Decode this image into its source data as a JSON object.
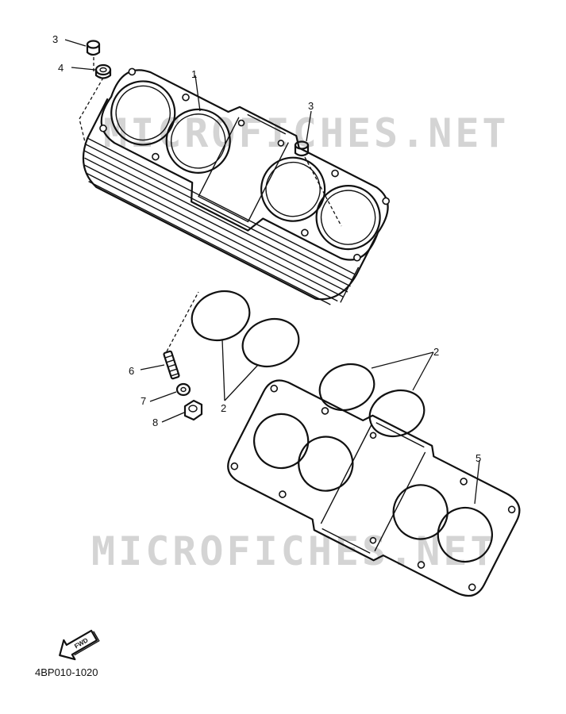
{
  "diagram": {
    "ref_code": "4BP010-1020",
    "watermark_text": "MICROFICHES.NET",
    "fwd_label": "FWD"
  },
  "callouts": [
    {
      "id": "callout-3-top",
      "label": "3"
    },
    {
      "id": "callout-4",
      "label": "4"
    },
    {
      "id": "callout-1",
      "label": "1"
    },
    {
      "id": "callout-3-right",
      "label": "3"
    },
    {
      "id": "callout-6",
      "label": "6"
    },
    {
      "id": "callout-7",
      "label": "7"
    },
    {
      "id": "callout-8",
      "label": "8"
    },
    {
      "id": "callout-2-left",
      "label": "2"
    },
    {
      "id": "callout-2-right",
      "label": "2"
    },
    {
      "id": "callout-5",
      "label": "5"
    }
  ]
}
